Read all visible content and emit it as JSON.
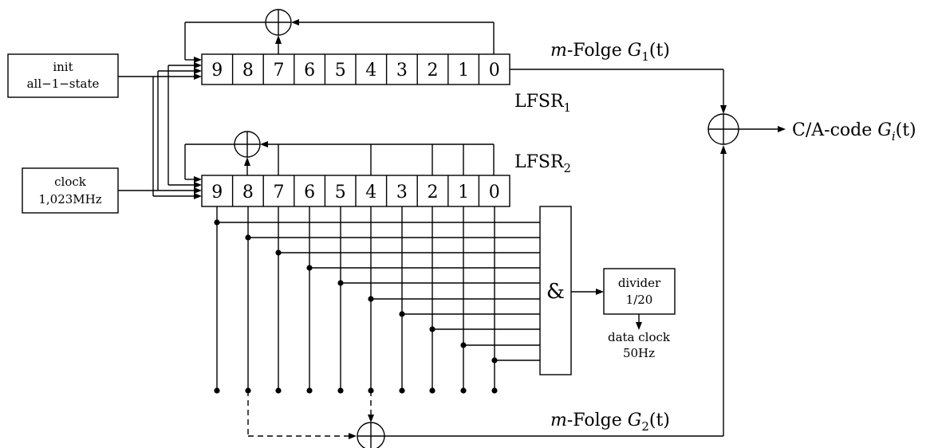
{
  "init_box": {
    "line1": "init",
    "line2": "all−1−state"
  },
  "clock_box": {
    "line1": "clock",
    "line2": "1,023MHz"
  },
  "lfsr1": {
    "label": "LFSR",
    "sub": "1",
    "cells": [
      "9",
      "8",
      "7",
      "6",
      "5",
      "4",
      "3",
      "2",
      "1",
      "0"
    ]
  },
  "lfsr2": {
    "label": "LFSR",
    "sub": "2",
    "cells": [
      "9",
      "8",
      "7",
      "6",
      "5",
      "4",
      "3",
      "2",
      "1",
      "0"
    ]
  },
  "and_gate": {
    "symbol": "&"
  },
  "divider": {
    "line1": "divider",
    "line2": "1/20"
  },
  "data_clock": {
    "line1": "data clock",
    "line2": "50Hz"
  },
  "g1_label": {
    "prefix": "m",
    "mid": "-Folge ",
    "func": "G",
    "sub": "1",
    "arg": "(t)"
  },
  "g2_label": {
    "prefix": "m",
    "mid": "-Folge ",
    "func": "G",
    "sub": "2",
    "arg": "(t)"
  },
  "output_label": {
    "text": "C/A-code ",
    "func": "G",
    "sub": "i",
    "arg": "(t)"
  }
}
